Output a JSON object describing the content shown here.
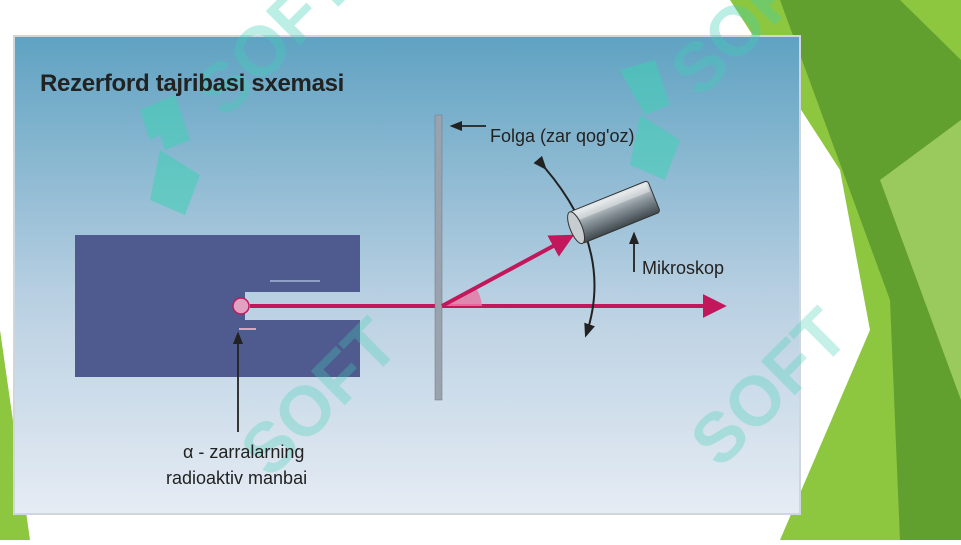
{
  "slide": {
    "title": "Rezerford tajribasi sxemasi",
    "labels": {
      "foil": "Folga (zar qog'oz)",
      "microscope": "Mikroskop",
      "source_line1": "α - zarralarning",
      "source_line2": "radioaktiv manbai"
    },
    "watermark": "SOFT",
    "colors": {
      "background": "#ffffff",
      "green_light": "#8dc63f",
      "green_dark": "#5c9a2e",
      "panel_top": "#5fa2c2",
      "panel_bottom": "#e6ecf4",
      "source_block": "#4f5a8f",
      "beam": "#c2185b",
      "foil": "#9aa3ad",
      "watermark": "#3fd1b5"
    }
  }
}
